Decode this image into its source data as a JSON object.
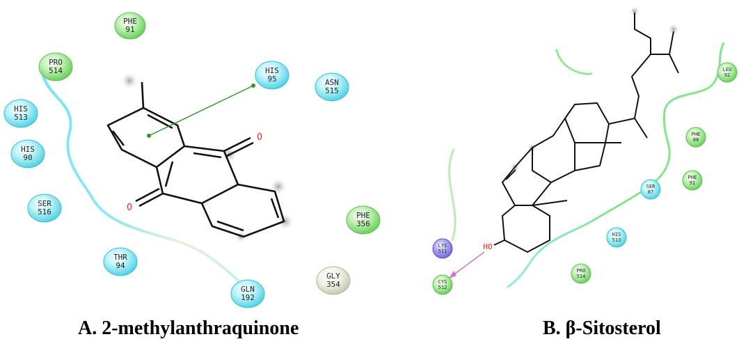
{
  "panel_a": {
    "caption": "A. 2-methylanthraquinone",
    "residues": [
      {
        "name": "PHE",
        "num": "91",
        "type": "hydrophobic"
      },
      {
        "name": "PRO",
        "num": "514",
        "type": "hydrophobic"
      },
      {
        "name": "HIS",
        "num": "95",
        "type": "polar"
      },
      {
        "name": "ASN",
        "num": "515",
        "type": "polar"
      },
      {
        "name": "HIS",
        "num": "513",
        "type": "polar"
      },
      {
        "name": "HIS",
        "num": "90",
        "type": "polar"
      },
      {
        "name": "SER",
        "num": "516",
        "type": "polar"
      },
      {
        "name": "THR",
        "num": "94",
        "type": "polar"
      },
      {
        "name": "GLN",
        "num": "192",
        "type": "polar"
      },
      {
        "name": "PHE",
        "num": "356",
        "type": "hydrophobic"
      },
      {
        "name": "GLY",
        "num": "354",
        "type": "glycine"
      }
    ],
    "atoms": [
      {
        "label": "O"
      },
      {
        "label": "O"
      }
    ]
  },
  "panel_b": {
    "caption": "B. β-Sitosterol",
    "residues": [
      {
        "name": "LEU",
        "num": "92",
        "type": "hydrophobic"
      },
      {
        "name": "PHE",
        "num": "88",
        "type": "hydrophobic"
      },
      {
        "name": "PHE",
        "num": "91",
        "type": "hydrophobic"
      },
      {
        "name": "SER",
        "num": "87",
        "type": "polar"
      },
      {
        "name": "HIS",
        "num": "513",
        "type": "polar"
      },
      {
        "name": "PRO",
        "num": "514",
        "type": "hydrophobic"
      },
      {
        "name": "LYS",
        "num": "511",
        "type": "positive"
      },
      {
        "name": "CYS",
        "num": "512",
        "type": "hydrophobic"
      }
    ],
    "atoms": [
      {
        "label": "HO"
      }
    ]
  },
  "colors": {
    "hydrophobic": "#7ddc6f",
    "polar": "#6fe0ee",
    "glycine": "#e8e8d8",
    "positive": "#8a84e8",
    "pi_pi": "#2a9a2a",
    "hbond": "#d070d0",
    "oxygen": "#ff2020"
  }
}
